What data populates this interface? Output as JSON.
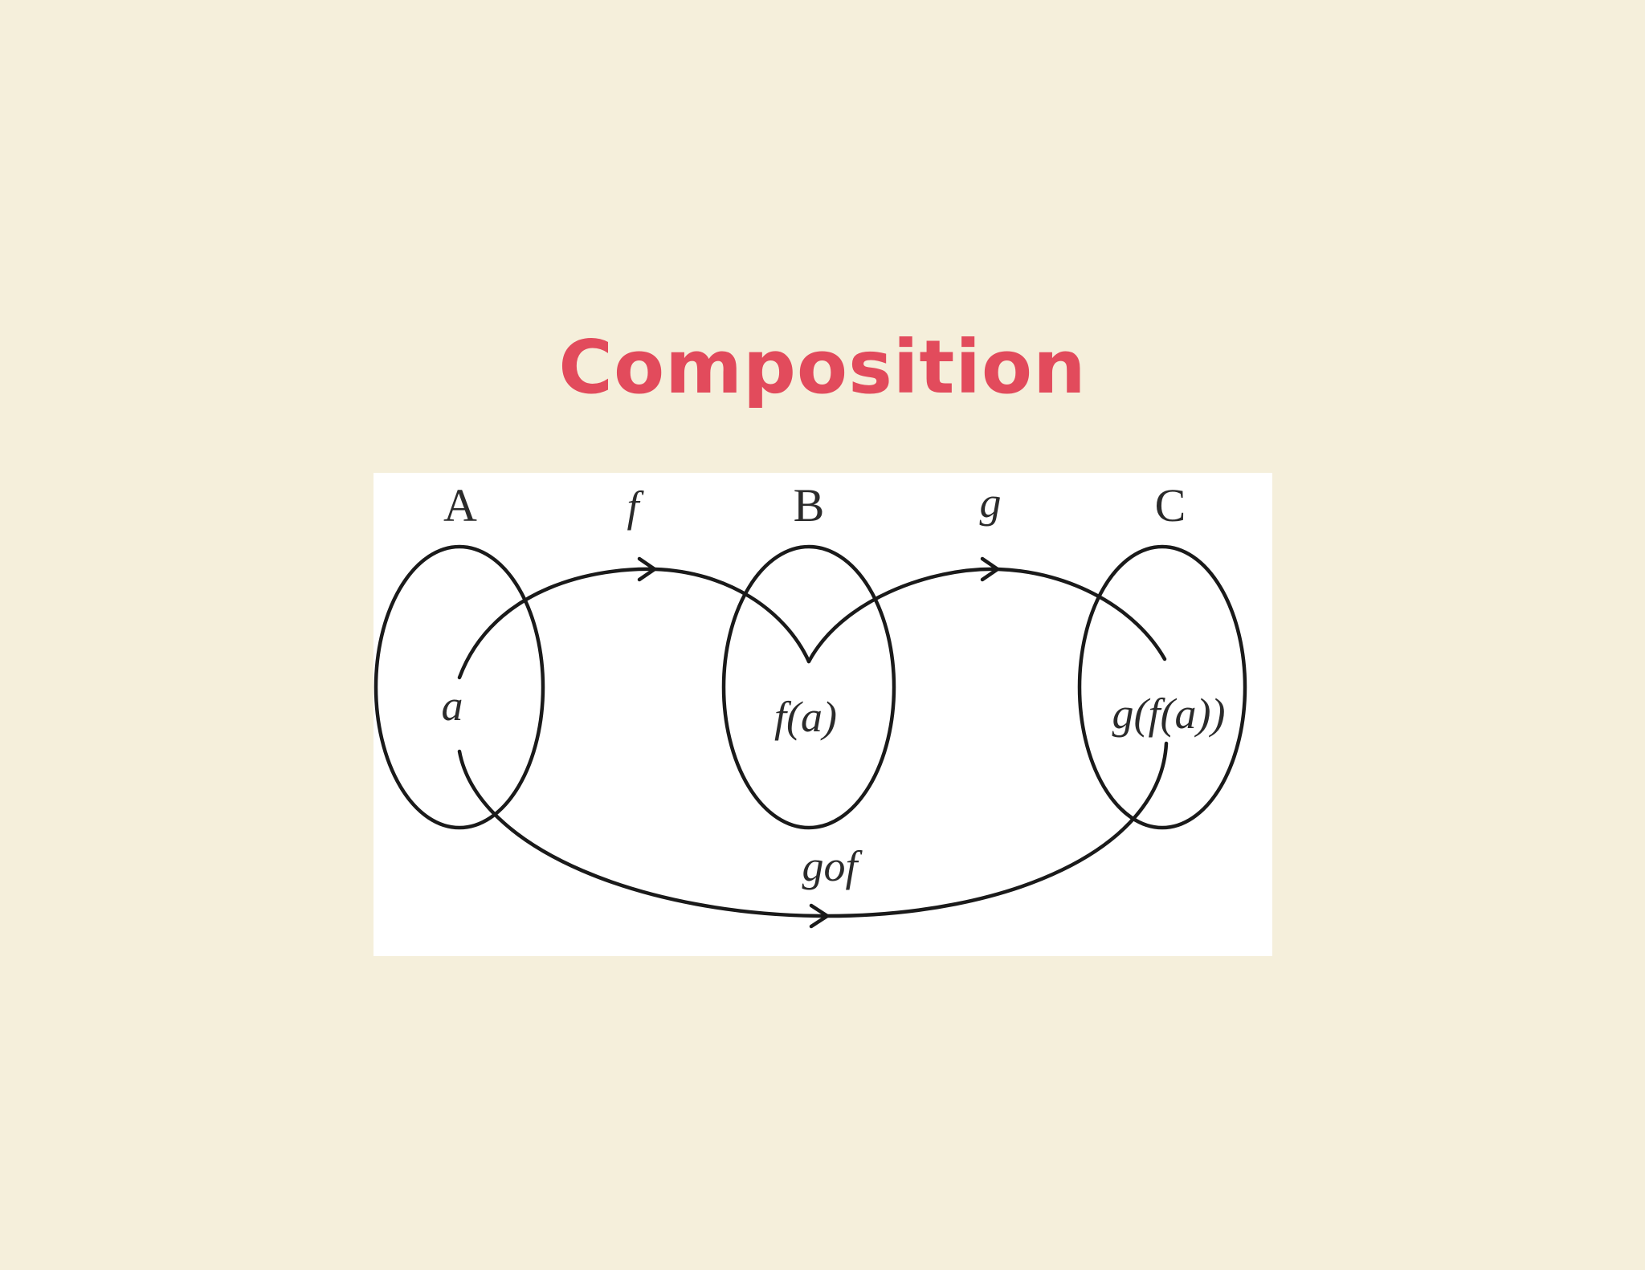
{
  "title": "Composition",
  "diagram": {
    "sets": [
      {
        "id": "A",
        "label": "A",
        "element": "a"
      },
      {
        "id": "B",
        "label": "B",
        "element": "f(a)"
      },
      {
        "id": "C",
        "label": "C",
        "element": "g(f(a))"
      }
    ],
    "mappings": [
      {
        "from": "A",
        "to": "B",
        "label": "f"
      },
      {
        "from": "B",
        "to": "C",
        "label": "g"
      },
      {
        "from": "A",
        "to": "C",
        "label": "gof"
      }
    ]
  },
  "colors": {
    "background": "#f5efdb",
    "title": "#e24b5c",
    "panel": "#ffffff",
    "ink": "#1a1a1a"
  }
}
